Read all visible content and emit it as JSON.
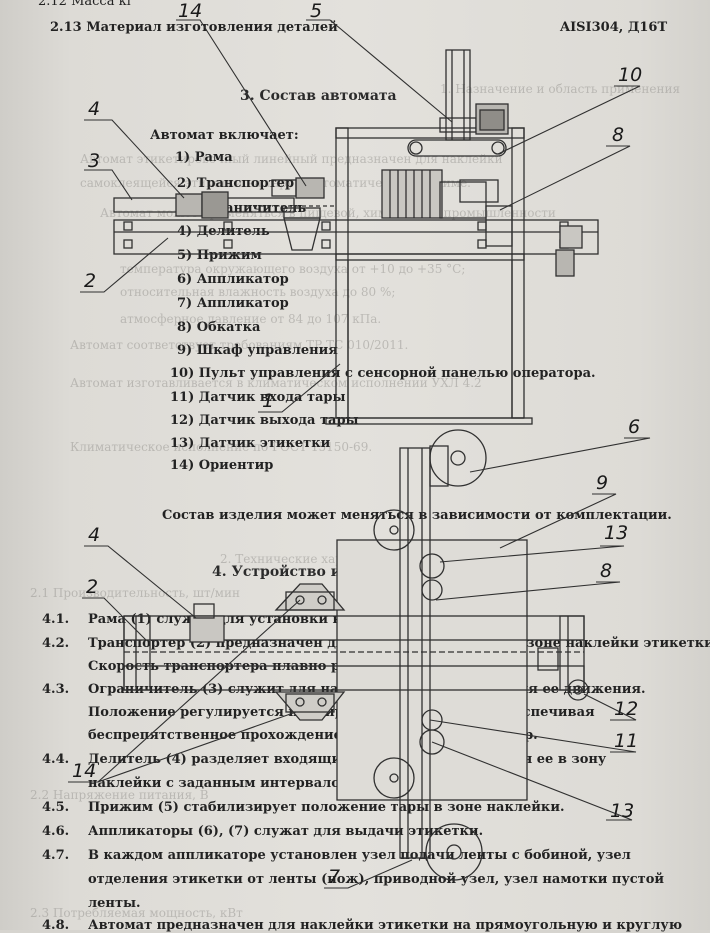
{
  "top_lines": [
    "2.12 Масса кг",
    "2.13 Материал изготовления деталей",
    "AISI304, Д16Т"
  ],
  "section3": {
    "title": "3. Состав автомата",
    "intro": "Автомат включает:",
    "items": [
      "1) Рама",
      "2) Транспортер",
      "3) Ограничитель",
      "4) Делитель",
      "5) Прижим",
      "6) Аппликатор",
      "7) Аппликатор",
      "8) Обкатка",
      "9) Шкаф управления",
      "10) Пульт управления с сенсорной панелью оператора.",
      "11) Датчик входа тары",
      "12) Датчик выхода тары",
      "13) Датчик этикетки",
      "14) Ориентир"
    ],
    "note": "Состав изделия может меняться в зависимости от комплектации."
  },
  "section4": {
    "title": "4. Устройство и работа автомата",
    "items": [
      {
        "num": "4.1.",
        "text": "Рама (1) служит для установки всех узлов автомата."
      },
      {
        "num": "4.2.",
        "text": "Транспортер (2) предназначен для перемещения тары в зоне наклейки этикетки."
      },
      {
        "num": "",
        "text": "Скорость транспортера плавно регулируется."
      },
      {
        "num": "4.3.",
        "text": "Ограничитель (3) служит для направления тары во время ее движения."
      },
      {
        "num": "",
        "text": "Положение регулируется по ширине и высоте тары, обеспечивая"
      },
      {
        "num": "",
        "text": "беспрепятственное прохождение тары через транспортер."
      },
      {
        "num": "4.4.",
        "text": "Делитель (4) разделяет входящий поток тары, пропуская ее в зону"
      },
      {
        "num": "",
        "text": "наклейки с заданным интервалом."
      },
      {
        "num": "4.5.",
        "text": "Прижим (5) стабилизирует положение тары в зоне наклейки."
      },
      {
        "num": "4.6.",
        "text": "Аппликаторы (6), (7) служат для выдачи этикетки."
      },
      {
        "num": "4.7.",
        "text": "В каждом аппликаторе установлен узел подачи ленты с бобиной, узел"
      },
      {
        "num": "",
        "text": "отделения этикетки от ленты (нож), приводной узел, узел намотки пустой"
      },
      {
        "num": "",
        "text": "ленты."
      },
      {
        "num": "4.8.",
        "text": "Автомат предназначен для наклейки этикетки на прямоугольную и круглую"
      }
    ]
  },
  "bleed_lines": [
    "1. Назначение и область применения",
    "Автомат этикетировочный линейный предназначен для наклейки",
    "самоклеящейся этикетки на тару в автоматическом режиме.",
    "Автомат может применяться в пищевой, химической промышленности",
    "температура окружающего воздуха от +10 до +35 °С;",
    "относительная влажность воздуха до 80 %;",
    "атмосферное давление от 84 до 107 кПа.",
    "Автомат соответствует требованиям ТР ТС 010/2011.",
    "Автомат изготавливается в климатическом исполнении УХЛ 4.2",
    "Климатическое исполнение по ГОСТ 15150-69.",
    "2. Технические характеристики",
    "2.1 Производительность, шт/мин",
    "2.2 Напряжение питания, В",
    "2.3 Потребляемая мощность, кВт"
  ],
  "callouts": [
    "1",
    "2",
    "3",
    "4",
    "5",
    "6",
    "7",
    "8",
    "9",
    "10",
    "11",
    "12",
    "13",
    "14"
  ]
}
